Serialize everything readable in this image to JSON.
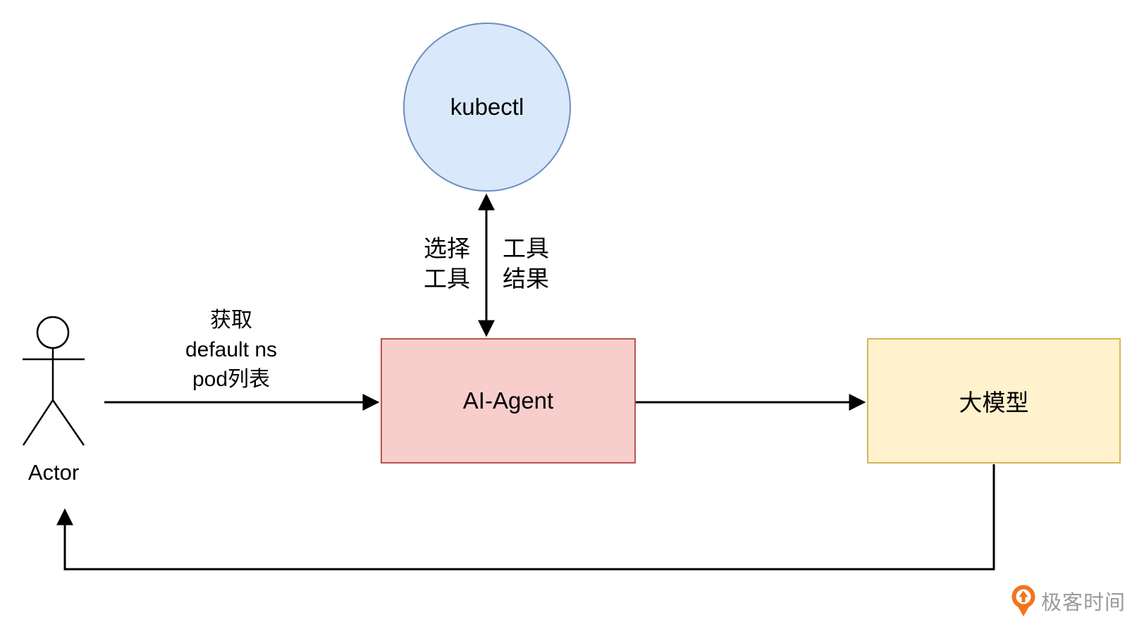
{
  "diagram": {
    "title": "AI-Agent kubectl tool-calling flow",
    "nodes": {
      "kubectl": {
        "label": "kubectl",
        "shape": "circle",
        "fill": "#dae8fc",
        "border": "#6c8ebf"
      },
      "ai_agent": {
        "label": "AI-Agent",
        "shape": "rectangle",
        "fill": "#f8cecc",
        "border": "#b85450"
      },
      "llm": {
        "label": "大模型",
        "shape": "rectangle",
        "fill": "#fff2cc",
        "border": "#d6b656"
      },
      "actor": {
        "label": "Actor",
        "shape": "stick-figure",
        "stroke": "#000000"
      }
    },
    "edges": [
      {
        "from": "actor",
        "to": "ai_agent",
        "style": "arrow-right",
        "label_lines": [
          "获取",
          "default ns",
          "pod列表"
        ]
      },
      {
        "from": "ai_agent",
        "to": "kubectl",
        "style": "arrow-both-vertical",
        "label_left_lines": [
          "选择",
          "工具"
        ],
        "label_right_lines": [
          "工具",
          "结果"
        ]
      },
      {
        "from": "ai_agent",
        "to": "llm",
        "style": "arrow-right",
        "label_lines": []
      },
      {
        "from": "llm",
        "to": "actor",
        "style": "feedback-loop-arrow",
        "label_lines": []
      }
    ],
    "edge_color": "#000000"
  },
  "watermark": {
    "text": "极客时间",
    "text_color": "#9b9b9b",
    "icon": "geektime-logo-icon",
    "icon_color": "#f3741f"
  }
}
